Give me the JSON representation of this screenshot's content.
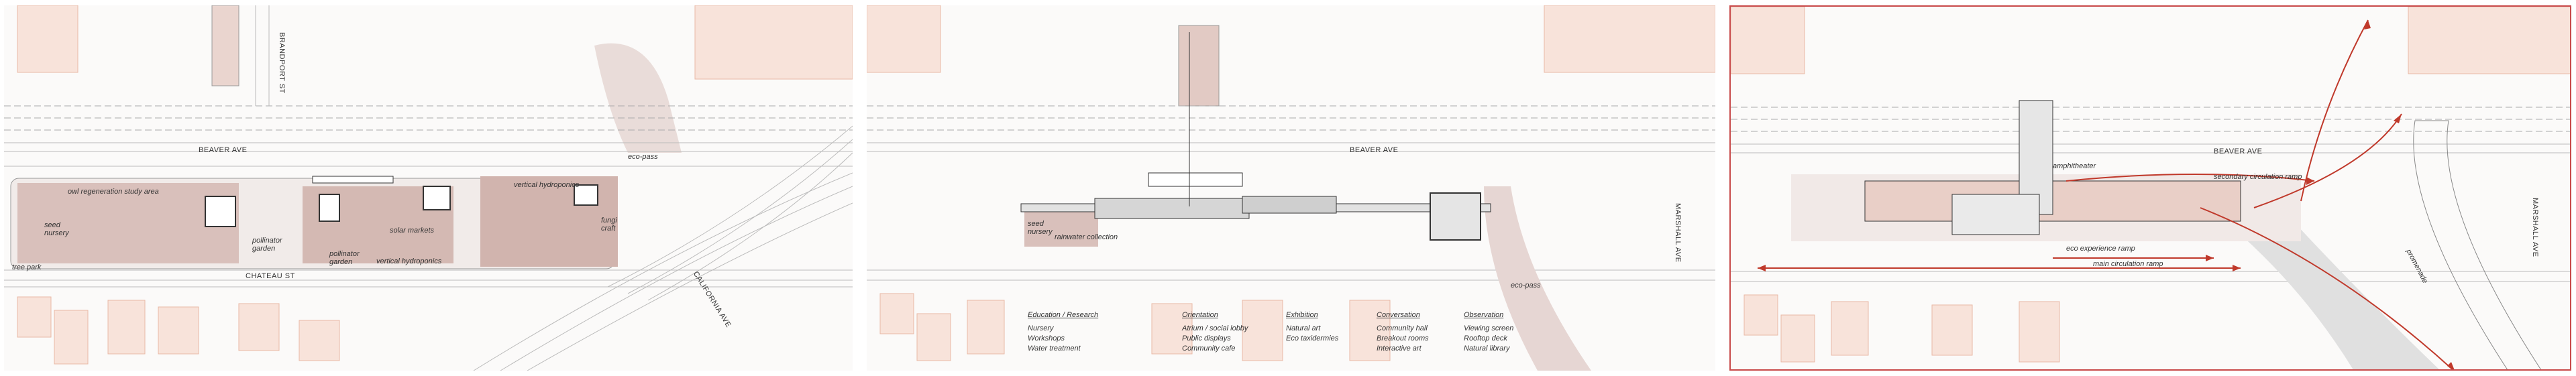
{
  "colors": {
    "building": "#f8e3da",
    "building_stroke": "#e9b8a5",
    "vegetation": "#c9a9a2",
    "road": "#b8b8b8",
    "accent_red": "#c0392b",
    "panel_border": "#c84a4a"
  },
  "panel1": {
    "streets": {
      "brandport": "BRANDPORT ST",
      "beaver": "BEAVER AVE",
      "chateau": "CHATEAU ST",
      "california": "CALIFORNIA AVE"
    },
    "labels": {
      "eco_pass": "eco-pass",
      "owl_area": "owl regeneration study area",
      "seed_nursery": "seed\nnursery",
      "tree_park": "tree park",
      "pollinator_garden_1": "pollinator\ngarden",
      "pollinator_garden_2": "pollinator\ngarden",
      "solar_markets": "solar markets",
      "vertical_hydroponics_1": "vertical hydroponics",
      "vertical_hydroponics_2": "vertical hydroponics",
      "fungi_craft": "fungi\ncraft"
    }
  },
  "panel2": {
    "streets": {
      "beaver": "BEAVER AVE",
      "marshall": "MARSHALL AVE"
    },
    "labels": {
      "seed_nursery": "seed\nnursery",
      "rainwater_collection": "rainwater collection",
      "eco_pass": "eco-pass"
    },
    "programs": [
      {
        "heading": "Education / Research",
        "items": [
          "Nursery",
          "Workshops",
          "Water treatment"
        ]
      },
      {
        "heading": "Orientation",
        "items": [
          "Atrium / social lobby",
          "Public displays",
          "Community cafe"
        ]
      },
      {
        "heading": "Exhibition",
        "items": [
          "Natural art",
          "Eco taxidermies"
        ]
      },
      {
        "heading": "Conversation",
        "items": [
          "Community hall",
          "Breakout rooms",
          "Interactive art"
        ]
      },
      {
        "heading": "Observation",
        "items": [
          "Viewing screen",
          "Rooftop deck",
          "Natural library"
        ]
      }
    ]
  },
  "panel3": {
    "streets": {
      "beaver": "BEAVER AVE",
      "marshall": "MARSHALL AVE"
    },
    "labels": {
      "amphitheater": "amphitheater",
      "secondary_ramp": "secondary circulation ramp",
      "eco_ramp": "eco experience ramp",
      "main_ramp": "main circulation ramp",
      "promenade": "promenade"
    }
  }
}
